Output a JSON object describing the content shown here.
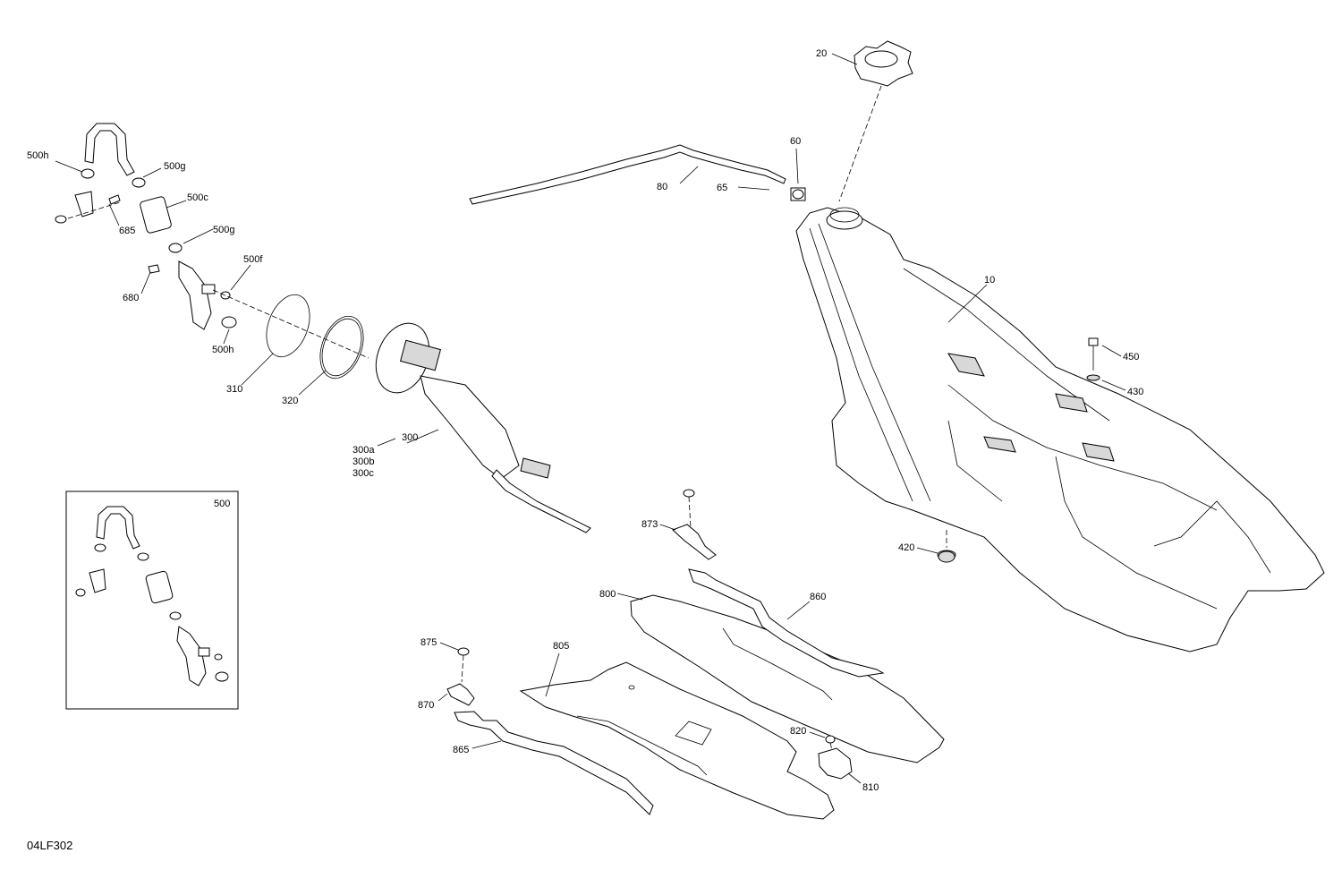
{
  "drawing_code": "04LF302",
  "callouts": [
    {
      "id": "c20",
      "text": "20"
    },
    {
      "id": "c60",
      "text": "60"
    },
    {
      "id": "c65",
      "text": "65"
    },
    {
      "id": "c80",
      "text": "80"
    },
    {
      "id": "c10",
      "text": "10"
    },
    {
      "id": "c450",
      "text": "450"
    },
    {
      "id": "c430",
      "text": "430"
    },
    {
      "id": "c420",
      "text": "420"
    },
    {
      "id": "c500h_top",
      "text": "500h"
    },
    {
      "id": "c500g_top",
      "text": "500g"
    },
    {
      "id": "c500c",
      "text": "500c"
    },
    {
      "id": "c685",
      "text": "685"
    },
    {
      "id": "c500g_mid",
      "text": "500g"
    },
    {
      "id": "c500f",
      "text": "500f"
    },
    {
      "id": "c680",
      "text": "680"
    },
    {
      "id": "c500h_bot",
      "text": "500h"
    },
    {
      "id": "c310",
      "text": "310"
    },
    {
      "id": "c320",
      "text": "320"
    },
    {
      "id": "c300",
      "text": "300"
    },
    {
      "id": "c300a",
      "text": "300a"
    },
    {
      "id": "c300b",
      "text": "300b"
    },
    {
      "id": "c300c",
      "text": "300c"
    },
    {
      "id": "c500",
      "text": "500"
    },
    {
      "id": "c873",
      "text": "873"
    },
    {
      "id": "c800",
      "text": "800"
    },
    {
      "id": "c860",
      "text": "860"
    },
    {
      "id": "c875",
      "text": "875"
    },
    {
      "id": "c805",
      "text": "805"
    },
    {
      "id": "c870",
      "text": "870"
    },
    {
      "id": "c865",
      "text": "865"
    },
    {
      "id": "c820",
      "text": "820"
    },
    {
      "id": "c810",
      "text": "810"
    }
  ]
}
